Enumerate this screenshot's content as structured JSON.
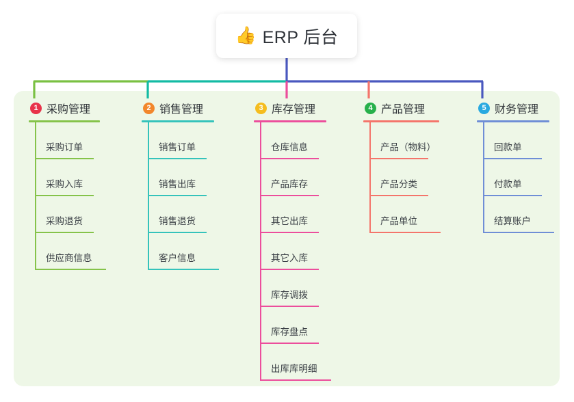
{
  "root": {
    "icon": "thumbs-up-icon",
    "icon_glyph": "👍",
    "title": "ERP 后台"
  },
  "colors": {
    "panel_bg": "#eef7e7",
    "card_bg": "#ffffff",
    "root_line": "#4a58bf",
    "bus_left": "#7ac143",
    "bus_mid": "#14bba4",
    "bus_right": "#4a58bf",
    "text": "#2f3338"
  },
  "branches": [
    {
      "number": "1",
      "label": "采购管理",
      "badge_color": "#e8334a",
      "line_color": "#85c34a",
      "drop_color": "#7ac143",
      "items": [
        "采购订单",
        "采购入库",
        "采购退货",
        "供应商信息"
      ]
    },
    {
      "number": "2",
      "label": "销售管理",
      "badge_color": "#f2872c",
      "line_color": "#35c3bb",
      "drop_color": "#14bba4",
      "items": [
        "销售订单",
        "销售出库",
        "销售退货",
        "客户信息"
      ]
    },
    {
      "number": "3",
      "label": "库存管理",
      "badge_color": "#f5bd1f",
      "line_color": "#ec4e9c",
      "drop_color": "#ec4e9c",
      "items": [
        "仓库信息",
        "产品库存",
        "其它出库",
        "其它入库",
        "库存调拨",
        "库存盘点",
        "出库库明细"
      ]
    },
    {
      "number": "4",
      "label": "产品管理",
      "badge_color": "#27b04b",
      "line_color": "#f4756b",
      "drop_color": "#f4756b",
      "items": [
        "产品（物料）",
        "产品分类",
        "产品单位"
      ]
    },
    {
      "number": "5",
      "label": "财务管理",
      "badge_color": "#29a9e0",
      "line_color": "#6f8ed6",
      "drop_color": "#4a58bf",
      "items": [
        "回款单",
        "付款单",
        "结算账户"
      ]
    }
  ]
}
